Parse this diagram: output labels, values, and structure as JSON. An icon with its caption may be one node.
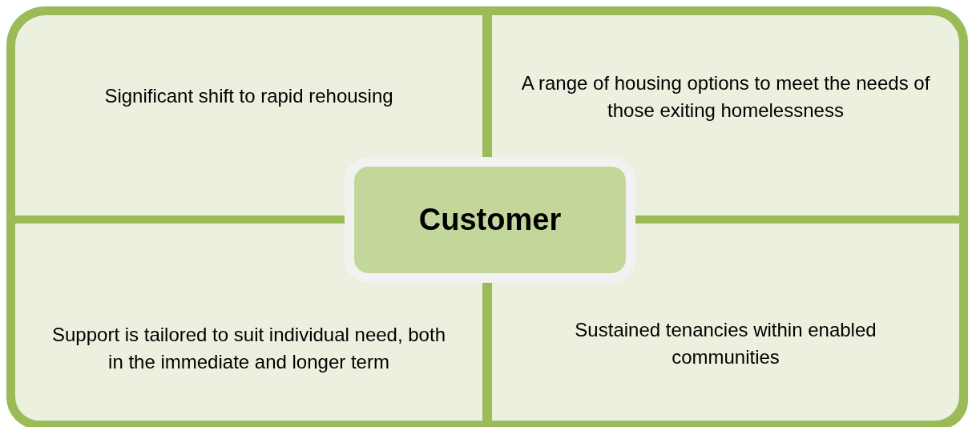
{
  "diagram": {
    "nodes": [
      {
        "text": [
          "Significant shift to rapid rehousing"
        ]
      },
      {
        "text": [
          "A range of housing options to meet the needs of those exiting homelessness"
        ]
      },
      {
        "text": [
          "Customer"
        ]
      },
      {
        "text": [
          "Support is tailored to suit individual need, both in the immediate and longer term"
        ]
      },
      {
        "text": [
          "Sustained tenancies within enabled communities"
        ]
      }
    ]
  }
}
